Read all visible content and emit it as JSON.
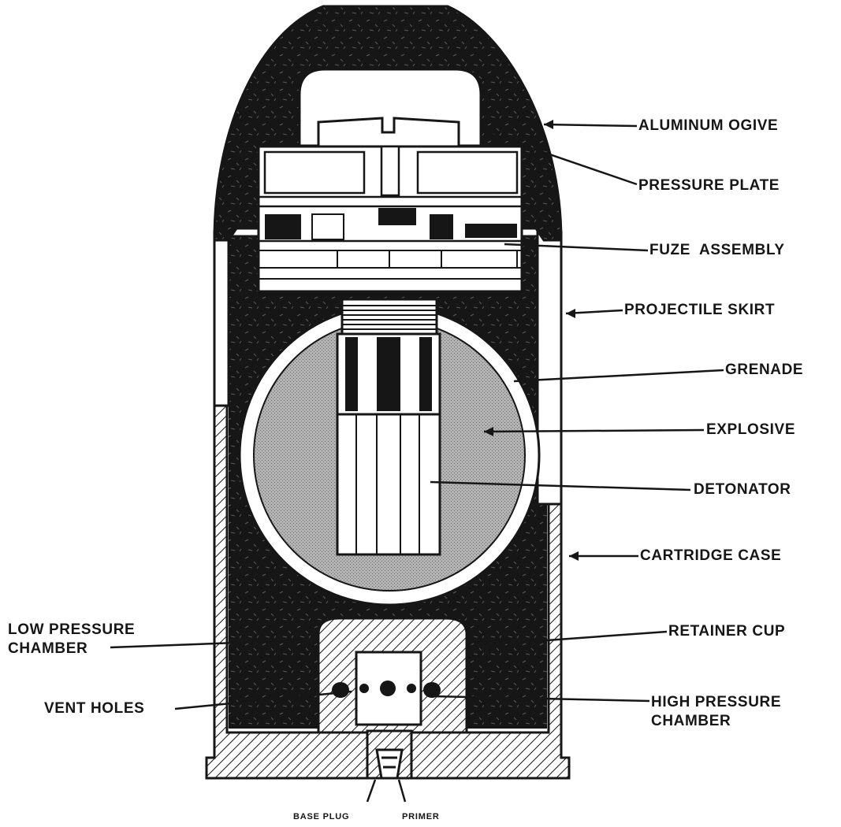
{
  "labels": {
    "aluminum_ogive": "ALUMINUM OGIVE",
    "pressure_plate": "PRESSURE PLATE",
    "fuze_assembly": "FUZE  ASSEMBLY",
    "projectile_skirt": "PROJECTILE SKIRT",
    "grenade": "GRENADE",
    "explosive": "EXPLOSIVE",
    "detonator": "DETONATOR",
    "cartridge_case": "CARTRIDGE CASE",
    "low_pressure_chamber_1": "LOW PRESSURE",
    "low_pressure_chamber_2": "CHAMBER",
    "retainer_cup": "RETAINER CUP",
    "vent_holes": "VENT HOLES",
    "high_pressure_chamber_1": "HIGH PRESSURE",
    "high_pressure_chamber_2": "CHAMBER",
    "base_plug": "BASE PLUG",
    "primer": "PRIMER"
  },
  "colors": {
    "ink": "#161616",
    "paper": "#ffffff",
    "explosive_fill": "#a9a9a9"
  }
}
